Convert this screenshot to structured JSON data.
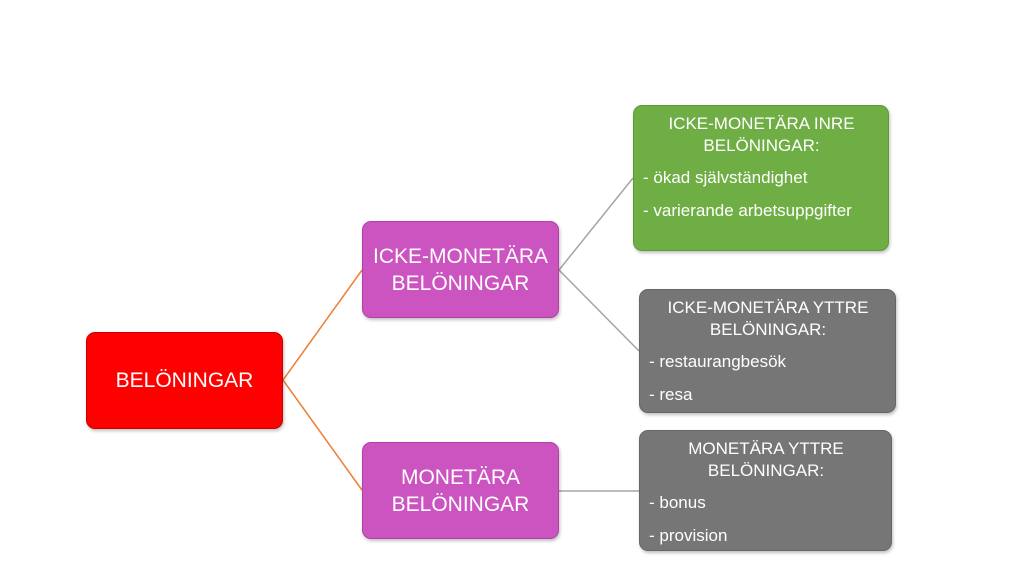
{
  "diagram": {
    "root": {
      "label": "BELÖNINGAR"
    },
    "branches": [
      {
        "label_lines": [
          "ICKE-MONETÄRA",
          "BELÖNINGAR"
        ],
        "children": [
          {
            "title_lines": [
              "ICKE-MONETÄRA INRE",
              "BELÖNINGAR:"
            ],
            "items": [
              "- ökad självständighet",
              "- varierande arbetsuppgifter"
            ]
          },
          {
            "title_lines": [
              "ICKE-MONETÄRA YTTRE",
              "BELÖNINGAR:"
            ],
            "items": [
              "- restaurangbesök",
              "- resa"
            ]
          }
        ]
      },
      {
        "label_lines": [
          "MONETÄRA",
          "BELÖNINGAR"
        ],
        "children": [
          {
            "title_lines": [
              "MONETÄRA YTTRE",
              "BELÖNINGAR:"
            ],
            "items": [
              "- bonus",
              "- provision"
            ]
          }
        ]
      }
    ]
  },
  "colors": {
    "root": "#fe0000",
    "branch": "#cc54c0",
    "inner_leaf": "#6fae45",
    "outer_leaf": "#767676",
    "root_connector": "#ed7d31",
    "leaf_connector": "#a5a5a5"
  }
}
